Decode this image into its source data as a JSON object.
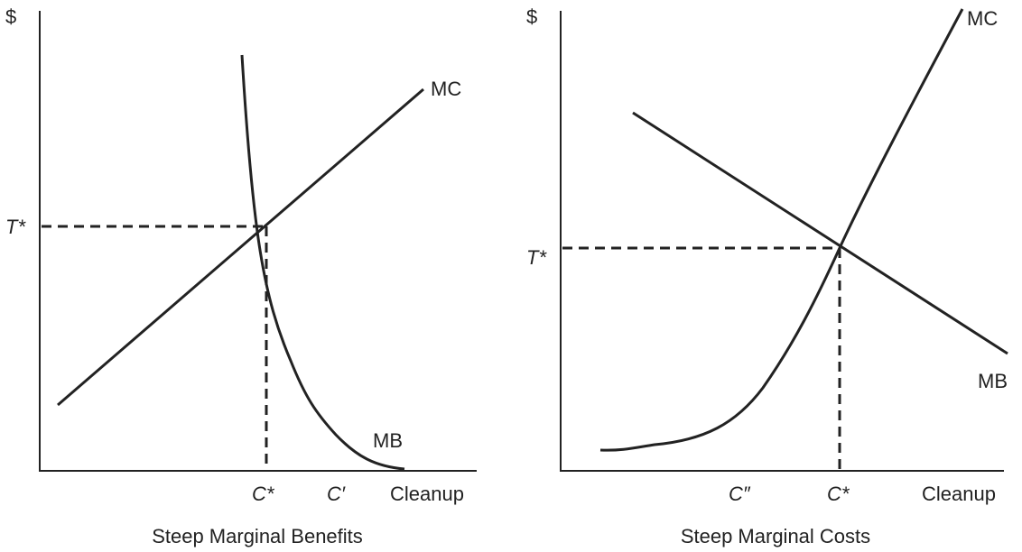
{
  "panels": [
    {
      "y_axis_label": "$",
      "x_axis_label": "Cleanup",
      "price_label": "T*",
      "caption": "Steep Marginal Benefits",
      "curves": {
        "mc": "MC",
        "mb": "MB"
      },
      "x_ticks": [
        "C*",
        "C′"
      ]
    },
    {
      "y_axis_label": "$",
      "x_axis_label": "Cleanup",
      "price_label": "T*",
      "caption": "Steep Marginal Costs",
      "curves": {
        "mc": "MC",
        "mb": "MB"
      },
      "x_ticks": [
        "C″",
        "C*"
      ]
    }
  ]
}
